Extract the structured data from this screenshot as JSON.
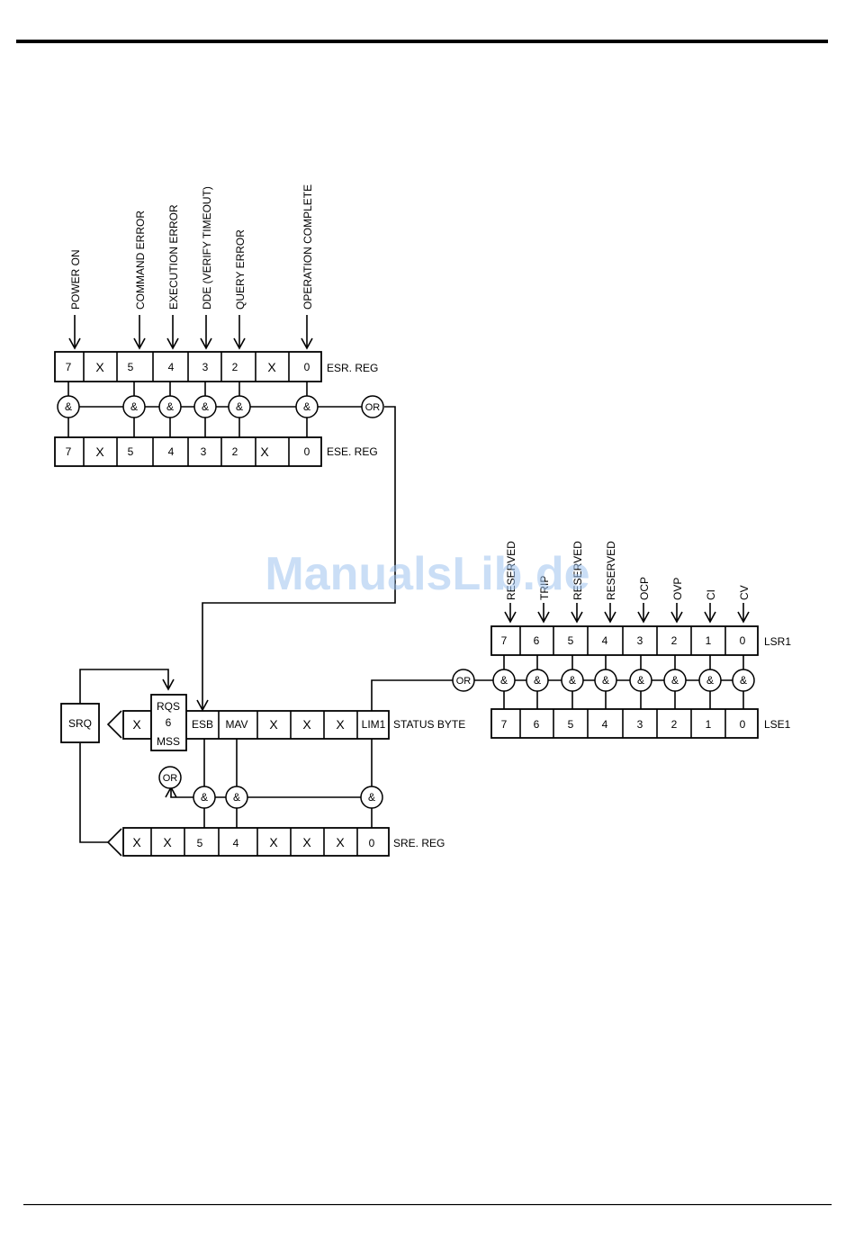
{
  "esr": {
    "title": "ESR. REG",
    "cells": [
      "7",
      "X",
      "5",
      "4",
      "3",
      "2",
      "X",
      "0"
    ],
    "inputs": [
      "POWER ON",
      "COMMAND ERROR",
      "EXECUTION ERROR",
      "DDE (VERIFY TIMEOUT)",
      "QUERY ERROR",
      "OPERATION COMPLETE"
    ]
  },
  "ese": {
    "title": "ESE. REG",
    "cells": [
      "7",
      "X",
      "5",
      "4",
      "3",
      "2",
      "X",
      "0"
    ]
  },
  "status_byte": {
    "title": "STATUS BYTE",
    "cells": [
      "X",
      "RQS",
      "ESB",
      "MAV",
      "X",
      "X",
      "X",
      "LIM1"
    ],
    "rqs_label": "RQS",
    "bit6_label": "6",
    "mss_label": "MSS"
  },
  "sre": {
    "title": "SRE. REG",
    "cells": [
      "X",
      "X",
      "5",
      "4",
      "X",
      "X",
      "X",
      "0"
    ]
  },
  "lsr1": {
    "title": "LSR1",
    "cells": [
      "7",
      "6",
      "5",
      "4",
      "3",
      "2",
      "1",
      "0"
    ],
    "inputs": [
      "RESERVED",
      "TRIP",
      "RESERVED",
      "RESERVED",
      "OCP",
      "OVP",
      "CI",
      "CV"
    ]
  },
  "lse1": {
    "title": "LSE1",
    "cells": [
      "7",
      "6",
      "5",
      "4",
      "3",
      "2",
      "1",
      "0"
    ]
  },
  "srq_label": "SRQ",
  "and_symbol": "&",
  "or_symbol": "OR",
  "watermark": "ManualsLib.de"
}
